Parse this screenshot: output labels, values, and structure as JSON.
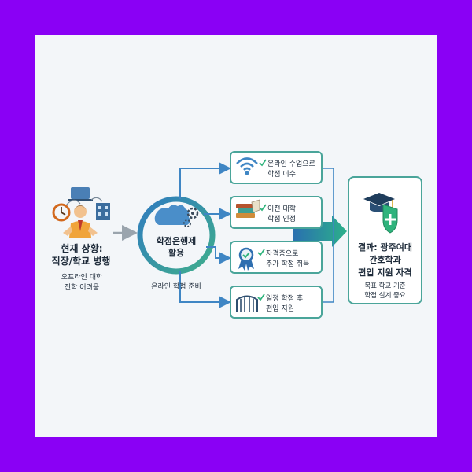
{
  "left": {
    "title_line1": "현재 상황:",
    "title_line2": "직장/학교 병행",
    "sub_line1": "오프라인 대학",
    "sub_line2": "진학 어려움"
  },
  "center": {
    "title_line1": "학점은행제",
    "title_line2": "활용",
    "caption": "온라인 학점 준비"
  },
  "options": [
    {
      "line1": "온라인 수업으로",
      "line2": "학점 이수",
      "icon": "wifi-icon"
    },
    {
      "line1": "이전 대학",
      "line2": "학점 인정",
      "icon": "books-icon"
    },
    {
      "line1": "자격증으로",
      "line2": "추가 학점 취득",
      "icon": "certificate-badge-icon"
    },
    {
      "line1": "일정 학점 후",
      "line2": "편입 지원",
      "icon": "gate-icon"
    }
  ],
  "result": {
    "title_line1": "결과: 광주여대",
    "title_line2": "간호학과",
    "title_line3": "편입 지원 자격",
    "sub_line1": "목표 학교 기준",
    "sub_line2": "학점 설계 중요"
  },
  "colors": {
    "teal": "#3f9f93",
    "blue": "#3f86c4",
    "dark": "#1e2b3a",
    "green": "#2fb37c"
  }
}
